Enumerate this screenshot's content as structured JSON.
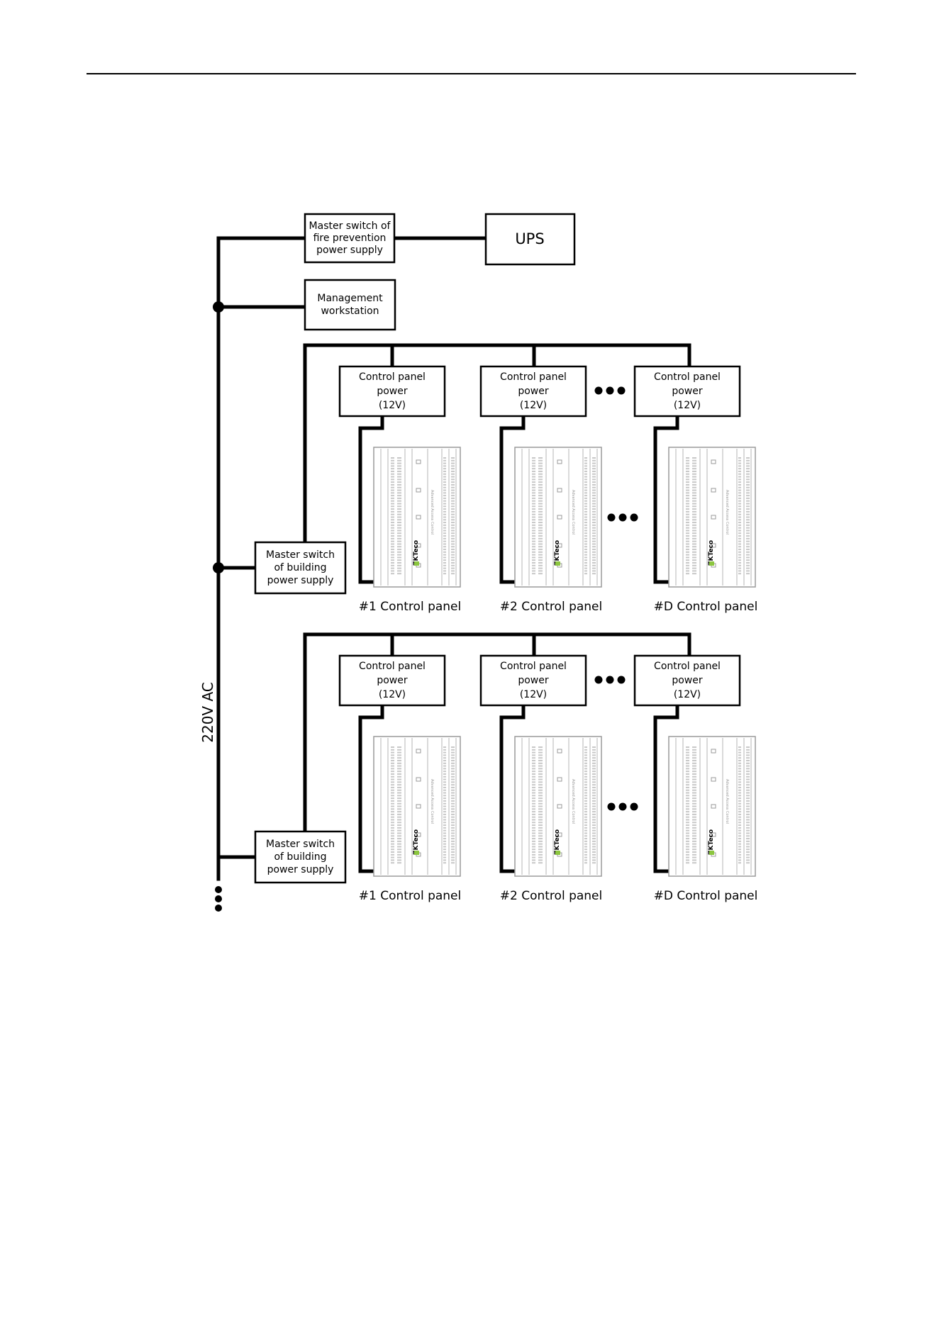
{
  "diagram": {
    "bus_label": "220V AC",
    "fire_switch": {
      "lines": [
        "Master switch of",
        "fire prevention",
        "power supply"
      ]
    },
    "ups": {
      "label": "UPS"
    },
    "workstation": {
      "lines": [
        "Management",
        "workstation"
      ]
    },
    "groups": [
      {
        "building_switch": {
          "lines": [
            "Master switch",
            "of building",
            "power supply"
          ]
        },
        "power_boxes": [
          {
            "lines": [
              "Control panel",
              "power",
              "(12V)"
            ]
          },
          {
            "lines": [
              "Control panel",
              "power",
              "(12V)"
            ]
          },
          {
            "lines": [
              "Control panel",
              "power",
              "(12V)"
            ]
          }
        ],
        "panels": [
          {
            "label": "#1 Control panel",
            "logo": "ZKTeco",
            "sub": "Advanced Access Control"
          },
          {
            "label": "#2 Control panel",
            "logo": "ZKTeco",
            "sub": "Advanced Access Control"
          },
          {
            "label": "#D Control panel",
            "logo": "ZKTeco",
            "sub": "Advanced Access Control"
          }
        ]
      },
      {
        "building_switch": {
          "lines": [
            "Master switch",
            "of building",
            "power supply"
          ]
        },
        "power_boxes": [
          {
            "lines": [
              "Control panel",
              "power",
              "(12V)"
            ]
          },
          {
            "lines": [
              "Control panel",
              "power",
              "(12V)"
            ]
          },
          {
            "lines": [
              "Control panel",
              "power",
              "(12V)"
            ]
          }
        ],
        "panels": [
          {
            "label": "#1 Control panel",
            "logo": "ZKTeco",
            "sub": "Advanced Access Control"
          },
          {
            "label": "#2 Control panel",
            "logo": "ZKTeco",
            "sub": "Advanced Access Control"
          },
          {
            "label": "#D Control panel",
            "logo": "ZKTeco",
            "sub": "Advanced Access Control"
          }
        ]
      }
    ]
  }
}
